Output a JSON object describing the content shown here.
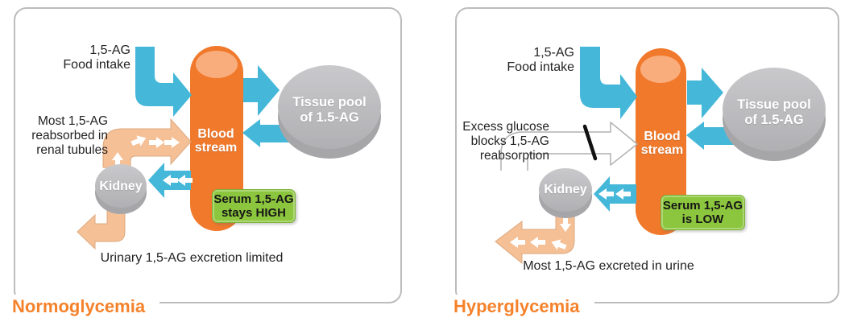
{
  "panels": [
    {
      "title": "Normoglycemia",
      "food_intake_label": "1,5-AG\nFood intake",
      "reabsorption_label": "Most 1,5-AG\nreabsorbed in\nrenal tubules",
      "blood_stream_label": "Blood\nstream",
      "tissue_pool_label": "Tissue pool\nof 1.5-AG",
      "kidney_label": "Kidney",
      "serum_status_label": "Serum 1,5-AG\nstays HIGH",
      "excretion_label": "Urinary 1,5-AG excretion limited"
    },
    {
      "title": "Hyperglycemia",
      "food_intake_label": "1,5-AG\nFood intake",
      "blocked_label": "Excess glucose\nblocks 1,5-AG\nreabsorption",
      "blood_stream_label": "Blood\nstream",
      "tissue_pool_label": "Tissue pool\nof 1.5-AG",
      "kidney_label": "Kidney",
      "serum_status_label": "Serum 1,5-AG\nis LOW",
      "excretion_label": "Most 1,5-AG excreted in urine"
    }
  ],
  "colors": {
    "blue": "#45b7d8",
    "orange": "#f0792b",
    "capsule-light": "#f9ad7d",
    "peach": "#f6c096",
    "peach-edge": "#dca87e",
    "green": "#8cc63e",
    "title-orange": "#f5822b",
    "panel-border": "#bcbcbc",
    "text": "#232323"
  }
}
